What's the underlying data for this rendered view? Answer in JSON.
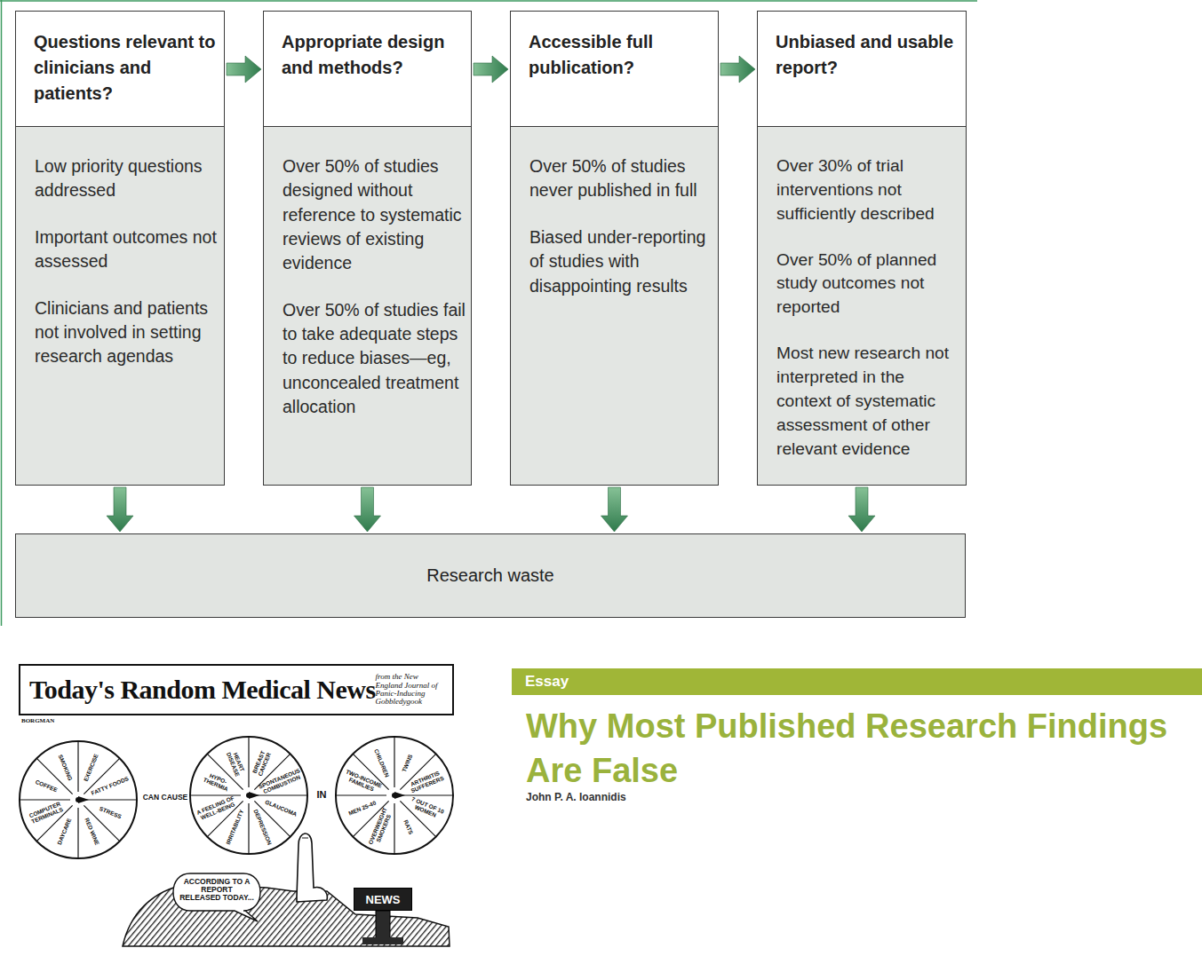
{
  "diagram": {
    "nodes": [
      {
        "text": [
          "Questions relevant to clinicians and patients?",
          "Low priority questions addressed",
          "Important outcomes not assessed",
          "Clinicians and patients not involved in setting research agendas"
        ]
      },
      {
        "text": [
          "Appropriate design and methods?",
          "Over 50% of studies designed without reference to systematic reviews of existing evidence",
          "Over 50% of studies fail to take adequate steps to reduce biases—eg, unconcealed treatment allocation"
        ]
      },
      {
        "text": [
          "Accessible full publication?",
          "Over 50% of studies never published in full",
          "Biased under-reporting of studies with disappointing results"
        ]
      },
      {
        "text": [
          "Unbiased and usable report?",
          "Over 30% of trial interventions not sufficiently described",
          "Over 50% of planned study outcomes not reported",
          "Most new research not interpreted in the context of systematic assessment of other relevant evidence"
        ]
      },
      {
        "text": [
          "Research waste"
        ]
      },
      {
        "text": [
          "Today's Random Medical News",
          "from the New England Journal of Panic-Inducing Gobbledygook"
        ]
      },
      {
        "text": [
          "SMOKING",
          "EXERCISE",
          "FATTY FOODS",
          "STRESS",
          "RED WINE",
          "DAYCARE",
          "COMPUTER TERMINALS",
          "COFFEE"
        ]
      },
      {
        "text": [
          "HEART DISEASE",
          "BREAST CANCER",
          "SPONTANEOUS COMBUSTION",
          "GLAUCOMA",
          "DEPRESSION",
          "IRRITABILITY",
          "A FEELING OF WELL-BEING",
          "HYPO-THERMIA"
        ]
      },
      {
        "text": [
          "CHILDREN",
          "TWINS",
          "ARTHRITIS SUFFERERS",
          "7 OUT OF 10 WOMEN",
          "RATS",
          "OVERWEIGHT SMOKERS",
          "MEN 25-40",
          "TWO-INCOME FAMILIES"
        ]
      },
      {
        "text": [
          "ACCORDING TO A REPORT RELEASED TODAY..."
        ]
      },
      {
        "text": [
          "NEWS"
        ]
      },
      {
        "text": [
          "Essay"
        ]
      }
    ],
    "edges": [
      {
        "from": 0,
        "to": 1,
        "arrow": "to"
      },
      {
        "from": 1,
        "to": 2,
        "arrow": "to"
      },
      {
        "from": 2,
        "to": 3,
        "arrow": "to"
      },
      {
        "from": 0,
        "to": 4,
        "arrow": "to"
      },
      {
        "from": 1,
        "to": 4,
        "arrow": "to"
      },
      {
        "from": 2,
        "to": 4,
        "arrow": "to"
      },
      {
        "from": 3,
        "to": 4,
        "arrow": "to"
      }
    ],
    "labels": [
      "CAN CAUSE",
      "IN",
      "BORGMAN",
      "Why Most Published Research Findings Are False",
      "John P. A. Ioannidis"
    ]
  }
}
